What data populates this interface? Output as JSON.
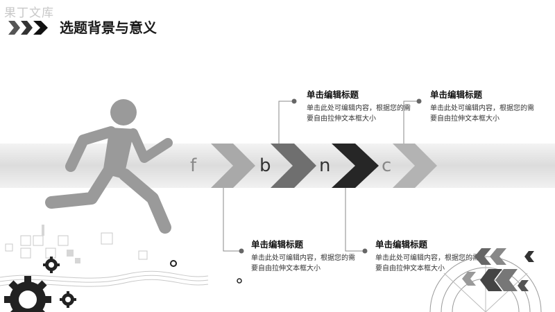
{
  "watermark": "果丁文库",
  "slide": {
    "title": "选题背景与意义"
  },
  "letters": [
    "f",
    "b",
    "n",
    "c"
  ],
  "annotations": [
    {
      "title": "单击编辑标题",
      "body": "单击此处可编辑内容，根据您的需要自由拉伸文本框大小"
    },
    {
      "title": "单击编辑标题",
      "body": "单击此处可编辑内容，根据您的需要自由拉伸文本框大小"
    },
    {
      "title": "单击编辑标题",
      "body": "单击此处可编辑内容，根据您的需要自由拉伸文本框大小"
    },
    {
      "title": "单击编辑标题",
      "body": "单击此处可编辑内容，根据您的需要自由拉伸文本框大小"
    }
  ],
  "colors": {
    "chevron_light": "#a9a9a9",
    "chevron_mid": "#6f6f6f",
    "chevron_dark": "#262626",
    "figure": "#9a9a9a"
  }
}
